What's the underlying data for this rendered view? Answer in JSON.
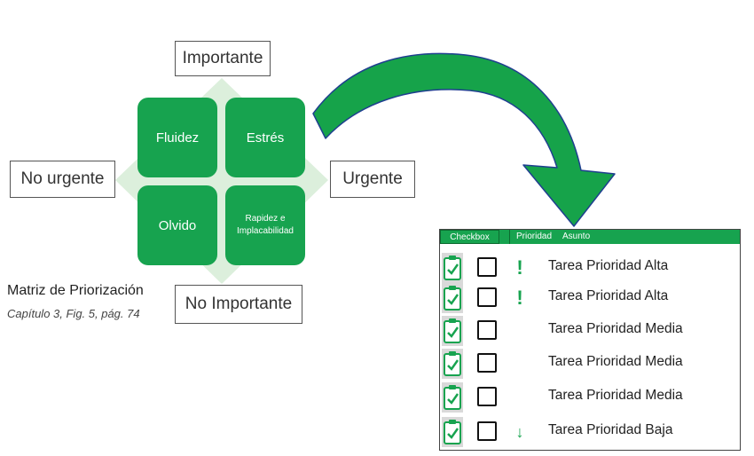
{
  "matrix": {
    "axes": {
      "top": "Importante",
      "bottom": "No Importante",
      "left": "No urgente",
      "right": "Urgente"
    },
    "quadrants": {
      "top_left": "Fluidez",
      "top_right": "Estrés",
      "bottom_left": "Olvido",
      "bottom_right": "Rapidez e Implacabilidad"
    },
    "caption": {
      "title": "Matriz de Priorización",
      "subtitle": "Capítulo 3, Fig. 5, pág. 74"
    }
  },
  "task_list": {
    "headers": {
      "checkbox": "Checkbox",
      "priority": "Prioridad",
      "subject": "Asunto"
    },
    "rows": [
      {
        "priority_icon": "!",
        "subject": "Tarea Prioridad Alta"
      },
      {
        "priority_icon": "!",
        "subject": "Tarea Prioridad Alta"
      },
      {
        "priority_icon": "",
        "subject": "Tarea Prioridad Media"
      },
      {
        "priority_icon": "",
        "subject": "Tarea Prioridad Media"
      },
      {
        "priority_icon": "",
        "subject": "Tarea Prioridad Media"
      },
      {
        "priority_icon": "↓",
        "subject": "Tarea Prioridad Baja"
      }
    ]
  },
  "colors": {
    "accent_green": "#17a34f",
    "diamond_green": "#dcefdc",
    "arrow_green": "#16a34a",
    "arrow_border": "#1f3f8f"
  },
  "icons": {
    "task_icon": "clipboard-check-icon",
    "arrow": "curved-arrow-icon"
  }
}
